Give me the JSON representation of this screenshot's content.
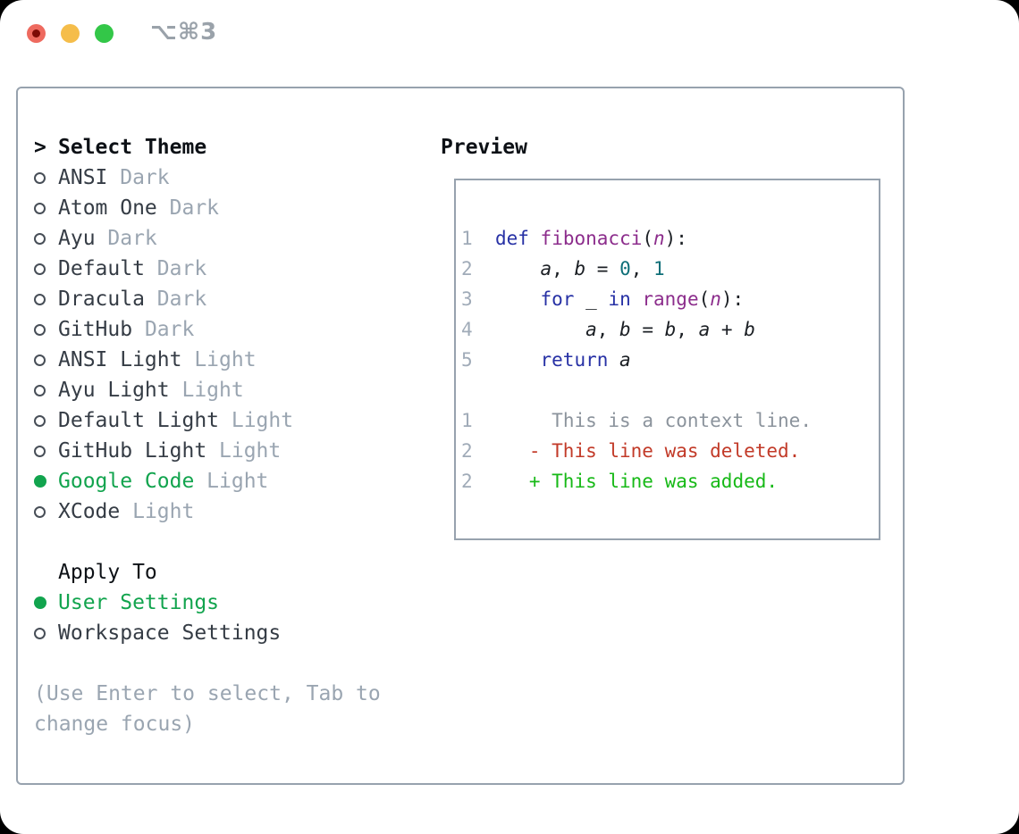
{
  "titlebar": {
    "shortcut": "⌥⌘3"
  },
  "panel": {
    "theme_list": {
      "prompt": ">",
      "title": "Select Theme",
      "items": [
        {
          "name": "ANSI",
          "variant": "Dark",
          "selected": false
        },
        {
          "name": "Atom One",
          "variant": "Dark",
          "selected": false
        },
        {
          "name": "Ayu",
          "variant": "Dark",
          "selected": false
        },
        {
          "name": "Default",
          "variant": "Dark",
          "selected": false
        },
        {
          "name": "Dracula",
          "variant": "Dark",
          "selected": false
        },
        {
          "name": "GitHub",
          "variant": "Dark",
          "selected": false
        },
        {
          "name": "ANSI Light",
          "variant": "Light",
          "selected": false
        },
        {
          "name": "Ayu Light",
          "variant": "Light",
          "selected": false
        },
        {
          "name": "Default Light",
          "variant": "Light",
          "selected": false
        },
        {
          "name": "GitHub Light",
          "variant": "Light",
          "selected": false
        },
        {
          "name": "Google Code",
          "variant": "Light",
          "selected": true
        },
        {
          "name": "XCode",
          "variant": "Light",
          "selected": false
        }
      ]
    },
    "apply_to": {
      "title": "Apply To",
      "options": [
        {
          "label": "User Settings",
          "selected": true
        },
        {
          "label": "Workspace Settings",
          "selected": false
        }
      ]
    },
    "help": {
      "line1": "(Use Enter to select, Tab to",
      "line2": "change focus)"
    },
    "preview": {
      "title": "Preview",
      "code_lines": [
        [
          {
            "c": "num",
            "t": "1"
          },
          {
            "c": "pl",
            "t": "  "
          },
          {
            "c": "kw",
            "t": "def"
          },
          {
            "c": "pl",
            "t": " "
          },
          {
            "c": "fn",
            "t": "fibonacci"
          },
          {
            "c": "pl",
            "t": "("
          },
          {
            "c": "param",
            "t": "n"
          },
          {
            "c": "pl",
            "t": "):"
          }
        ],
        [
          {
            "c": "num",
            "t": "2"
          },
          {
            "c": "pl",
            "t": "      "
          },
          {
            "c": "var",
            "t": "a"
          },
          {
            "c": "pl",
            "t": ", "
          },
          {
            "c": "var",
            "t": "b"
          },
          {
            "c": "pl",
            "t": " = "
          },
          {
            "c": "lit",
            "t": "0"
          },
          {
            "c": "pl",
            "t": ", "
          },
          {
            "c": "lit",
            "t": "1"
          }
        ],
        [
          {
            "c": "num",
            "t": "3"
          },
          {
            "c": "pl",
            "t": "      "
          },
          {
            "c": "kw",
            "t": "for"
          },
          {
            "c": "pl",
            "t": " "
          },
          {
            "c": "var",
            "t": "_"
          },
          {
            "c": "pl",
            "t": " "
          },
          {
            "c": "kw",
            "t": "in"
          },
          {
            "c": "pl",
            "t": " "
          },
          {
            "c": "fn",
            "t": "range"
          },
          {
            "c": "pl",
            "t": "("
          },
          {
            "c": "param",
            "t": "n"
          },
          {
            "c": "pl",
            "t": "):"
          }
        ],
        [
          {
            "c": "num",
            "t": "4"
          },
          {
            "c": "pl",
            "t": "          "
          },
          {
            "c": "var",
            "t": "a"
          },
          {
            "c": "pl",
            "t": ", "
          },
          {
            "c": "var",
            "t": "b"
          },
          {
            "c": "pl",
            "t": " = "
          },
          {
            "c": "var",
            "t": "b"
          },
          {
            "c": "pl",
            "t": ", "
          },
          {
            "c": "var",
            "t": "a"
          },
          {
            "c": "pl",
            "t": " + "
          },
          {
            "c": "var",
            "t": "b"
          }
        ],
        [
          {
            "c": "num",
            "t": "5"
          },
          {
            "c": "pl",
            "t": "      "
          },
          {
            "c": "kw",
            "t": "return"
          },
          {
            "c": "pl",
            "t": " "
          },
          {
            "c": "var",
            "t": "a"
          }
        ],
        [],
        [
          {
            "c": "num",
            "t": "1"
          },
          {
            "c": "pl",
            "t": "       "
          },
          {
            "c": "ctx",
            "t": "This is a context line."
          }
        ],
        [
          {
            "c": "num",
            "t": "2"
          },
          {
            "c": "pl",
            "t": "     "
          },
          {
            "c": "del",
            "t": "- This line was deleted."
          }
        ],
        [
          {
            "c": "num",
            "t": "2"
          },
          {
            "c": "pl",
            "t": "     "
          },
          {
            "c": "add",
            "t": "+ This line was added."
          }
        ]
      ]
    }
  },
  "colors": {
    "window_bg": "#ffffff",
    "titlebar_text": "#9aa2aa",
    "close_red": "#ee6a5f",
    "close_dot": "#7d0b06",
    "minimize_yellow": "#f5bd4a",
    "zoom_green": "#33c748",
    "border": "#97a2ae",
    "heading": "#0d1116",
    "item_text": "#353c45",
    "muted": "#9aa5b1",
    "selected_green": "#12a44e",
    "radio_ring": "#474e57",
    "keyword": "#2731a5",
    "function": "#8c2d8c",
    "literal": "#0e6f78",
    "plain": "#1b1f24",
    "line_number": "#a0abb8",
    "context": "#8b939c",
    "deleted": "#c23a28",
    "added": "#17b917"
  }
}
